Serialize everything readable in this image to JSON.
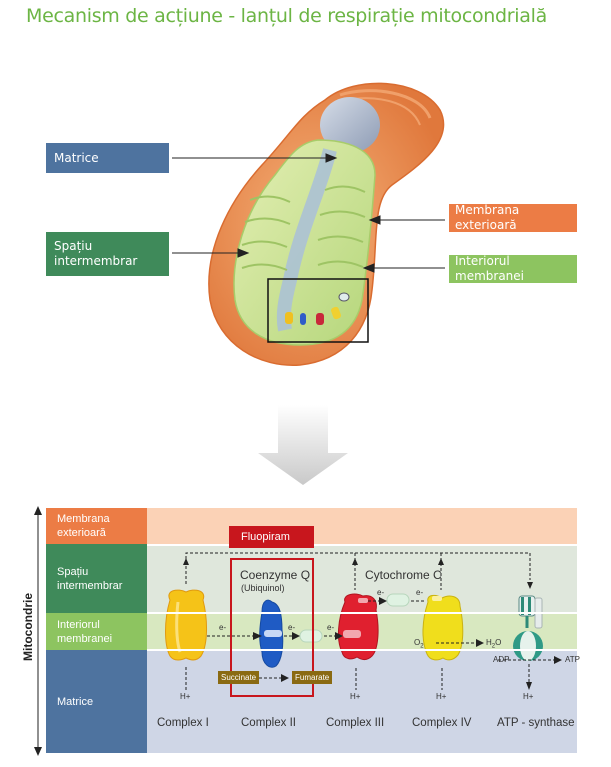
{
  "title": "Mecanism de acțiune - lanțul de respirație mitocondrială",
  "upper_diagram": {
    "labels": {
      "matrice": "Matrice",
      "spatiu_intermembrar": [
        "Spațiu",
        "intermembrar"
      ],
      "membrana_exterioara": "Membrana exterioară",
      "interiorul_membranei": "Interiorul membranei"
    },
    "colors": {
      "matrice": "#4e739f",
      "spatiu_intermembrar": "#3f8a5a",
      "membrana_exterioara": "#ec7c45",
      "interiorul_membranei": "#8dc460"
    }
  },
  "lower_diagram": {
    "axis_label": "Mitocondrie",
    "rows": [
      {
        "label": [
          "Membrana",
          "exterioară"
        ],
        "color": "#ec7c45",
        "bg": "#fbd2b6"
      },
      {
        "label": [
          "Spațiu",
          "intermembrar"
        ],
        "color": "#3f8a5a",
        "bg": "#dfe7dc"
      },
      {
        "label": [
          "Interiorul",
          "membranei"
        ],
        "color": "#8dc460",
        "bg": "#d8e8c0"
      },
      {
        "label": [
          "Matrice"
        ],
        "color": "#4e739f",
        "bg": "#cfd6e6"
      }
    ],
    "inhibitor": "Fluopiram",
    "coenzyme_q": "Coenzyme Q",
    "ubiquinol": "(Ubiquinol)",
    "cytochrome_c": "Cytochrome C",
    "electron": "e-",
    "proton": "H+",
    "o2": "O",
    "o2_sub": "2",
    "h2o_h": "H",
    "h2o_sub": "2",
    "h2o_o": "O",
    "adp": "ADP",
    "atp": "ATP",
    "succinate": "Succinate",
    "fumarate": "Fumarate",
    "complexes": [
      "Complex I",
      "Complex II",
      "Complex III",
      "Complex IV",
      "ATP - synthase"
    ],
    "accent_red": "#c8161d"
  }
}
